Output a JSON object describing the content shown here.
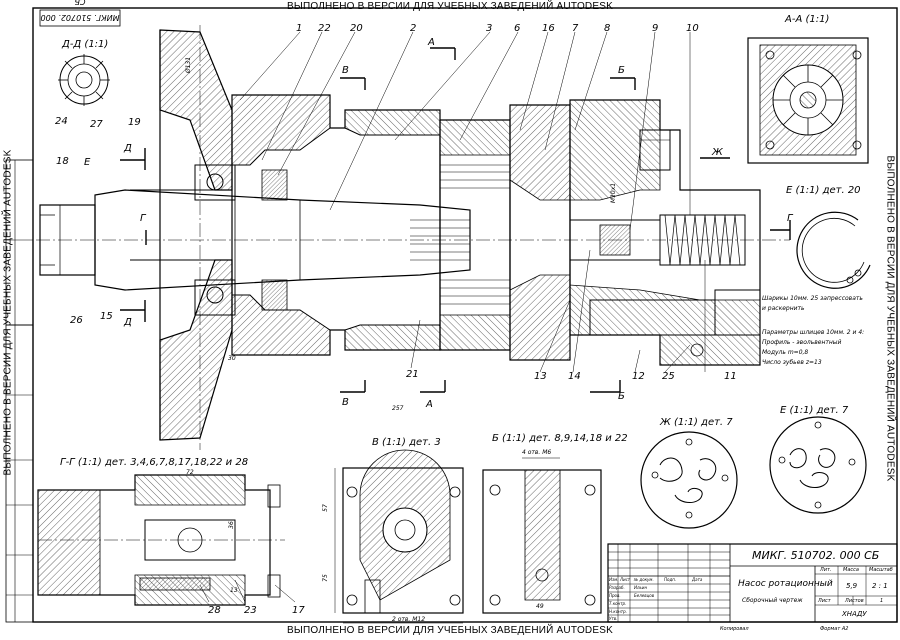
{
  "banner": {
    "top": "ВЫПОЛНЕНО В ВЕРСИИ ДЛЯ УЧЕБНЫХ ЗАВЕДЕНИЙ AUTODESK",
    "bottom": "ВЫПОЛНЕНО В ВЕРСИИ ДЛЯ УЧЕБНЫХ ЗАВЕДЕНИЙ AUTODESK",
    "left": "ВЫПОЛНЕНО В ВЕРСИИ ДЛЯ УЧЕБНЫХ ЗАВЕДЕНИЙ AUTODESK",
    "right": "ВЫПОЛНЕНО В ВЕРСИИ ДЛЯ УЧЕБНЫХ ЗАВЕДЕНИЙ AUTODESK"
  },
  "stamp": "МИКГ. 510702. 000 СБ",
  "views": {
    "dd": "Д-Д (1:1)",
    "aa": "А-А (1:1)",
    "e20": "Е (1:1) дет. 20",
    "gg": "Г-Г (1:1) дет. 3,4,6,7,8,17,18,22 и 28",
    "v3": "В (1:1) дет. 3",
    "b": "Б (1:1) дет. 8,9,14,18 и 22",
    "zh7": "Ж (1:1) дет. 7",
    "e7": "Е (1:1) дет. 7"
  },
  "callouts": {
    "c1": "1",
    "c22": "22",
    "c20": "20",
    "c2": "2",
    "c3": "3",
    "c6": "6",
    "c16": "16",
    "c7": "7",
    "c8": "8",
    "c9": "9",
    "c10": "10",
    "c24": "24",
    "c27": "27",
    "c19": "19",
    "c18": "18",
    "c26": "26",
    "c15": "15",
    "c21": "21",
    "c13": "13",
    "c14": "14",
    "c12": "12",
    "c25": "25",
    "c11": "11",
    "c28": "28",
    "c23": "23",
    "c17": "17"
  },
  "section_marks": {
    "a1": "А",
    "a2": "А",
    "b1": "Б",
    "b2": "Б",
    "v1": "В",
    "v2": "В",
    "d1": "Д",
    "d2": "Д",
    "e": "Е",
    "g1": "Г",
    "g2": "Г",
    "zh": "Ж"
  },
  "dimensions": {
    "d131": "Ø131",
    "m10": "М10х1",
    "d30": "30",
    "d257": "257",
    "d72": "72",
    "d36": "36",
    "d13": "13",
    "d57": "57",
    "d75": "75",
    "holes": "2 отв. М12",
    "d49": "49",
    "m6": "4 отв. М6"
  },
  "notes": {
    "n1": "Шарикы 10мм. 25 запрессовать",
    "n2": "и раскернить",
    "n3": "Параметры шлицев 10мм. 2 и 4:",
    "n4": "Профиль - эвольвентный",
    "n5": "Модуль m=0,8",
    "n6": "Число зубьев z=13"
  },
  "title_block": {
    "doc_no": "МИКГ. 510702. 000 СБ",
    "name": "Насос ротационный",
    "sheet_type": "Сборочный чертеж",
    "lit": "Лит.",
    "mass": "Масса",
    "scale": "Масштаб",
    "mass_val": "5,9",
    "scale_val": "2 : 1",
    "sheet": "Лист",
    "sheets": "Листов",
    "sheets_val": "1",
    "org": "ХНАДУ",
    "izm": "Изм.",
    "list": "Лист",
    "doc": "№ докум.",
    "sign": "Подп.",
    "date": "Дата",
    "razrab": "Разраб.",
    "prov": "Пров.",
    "tkontr": "Т.контр.",
    "nkontr": "Н.контр.",
    "utv": "Утв.",
    "razrab_name": "Ильин",
    "prov_name": "Белевцов",
    "copied": "Копировал",
    "format": "Формат А2"
  }
}
